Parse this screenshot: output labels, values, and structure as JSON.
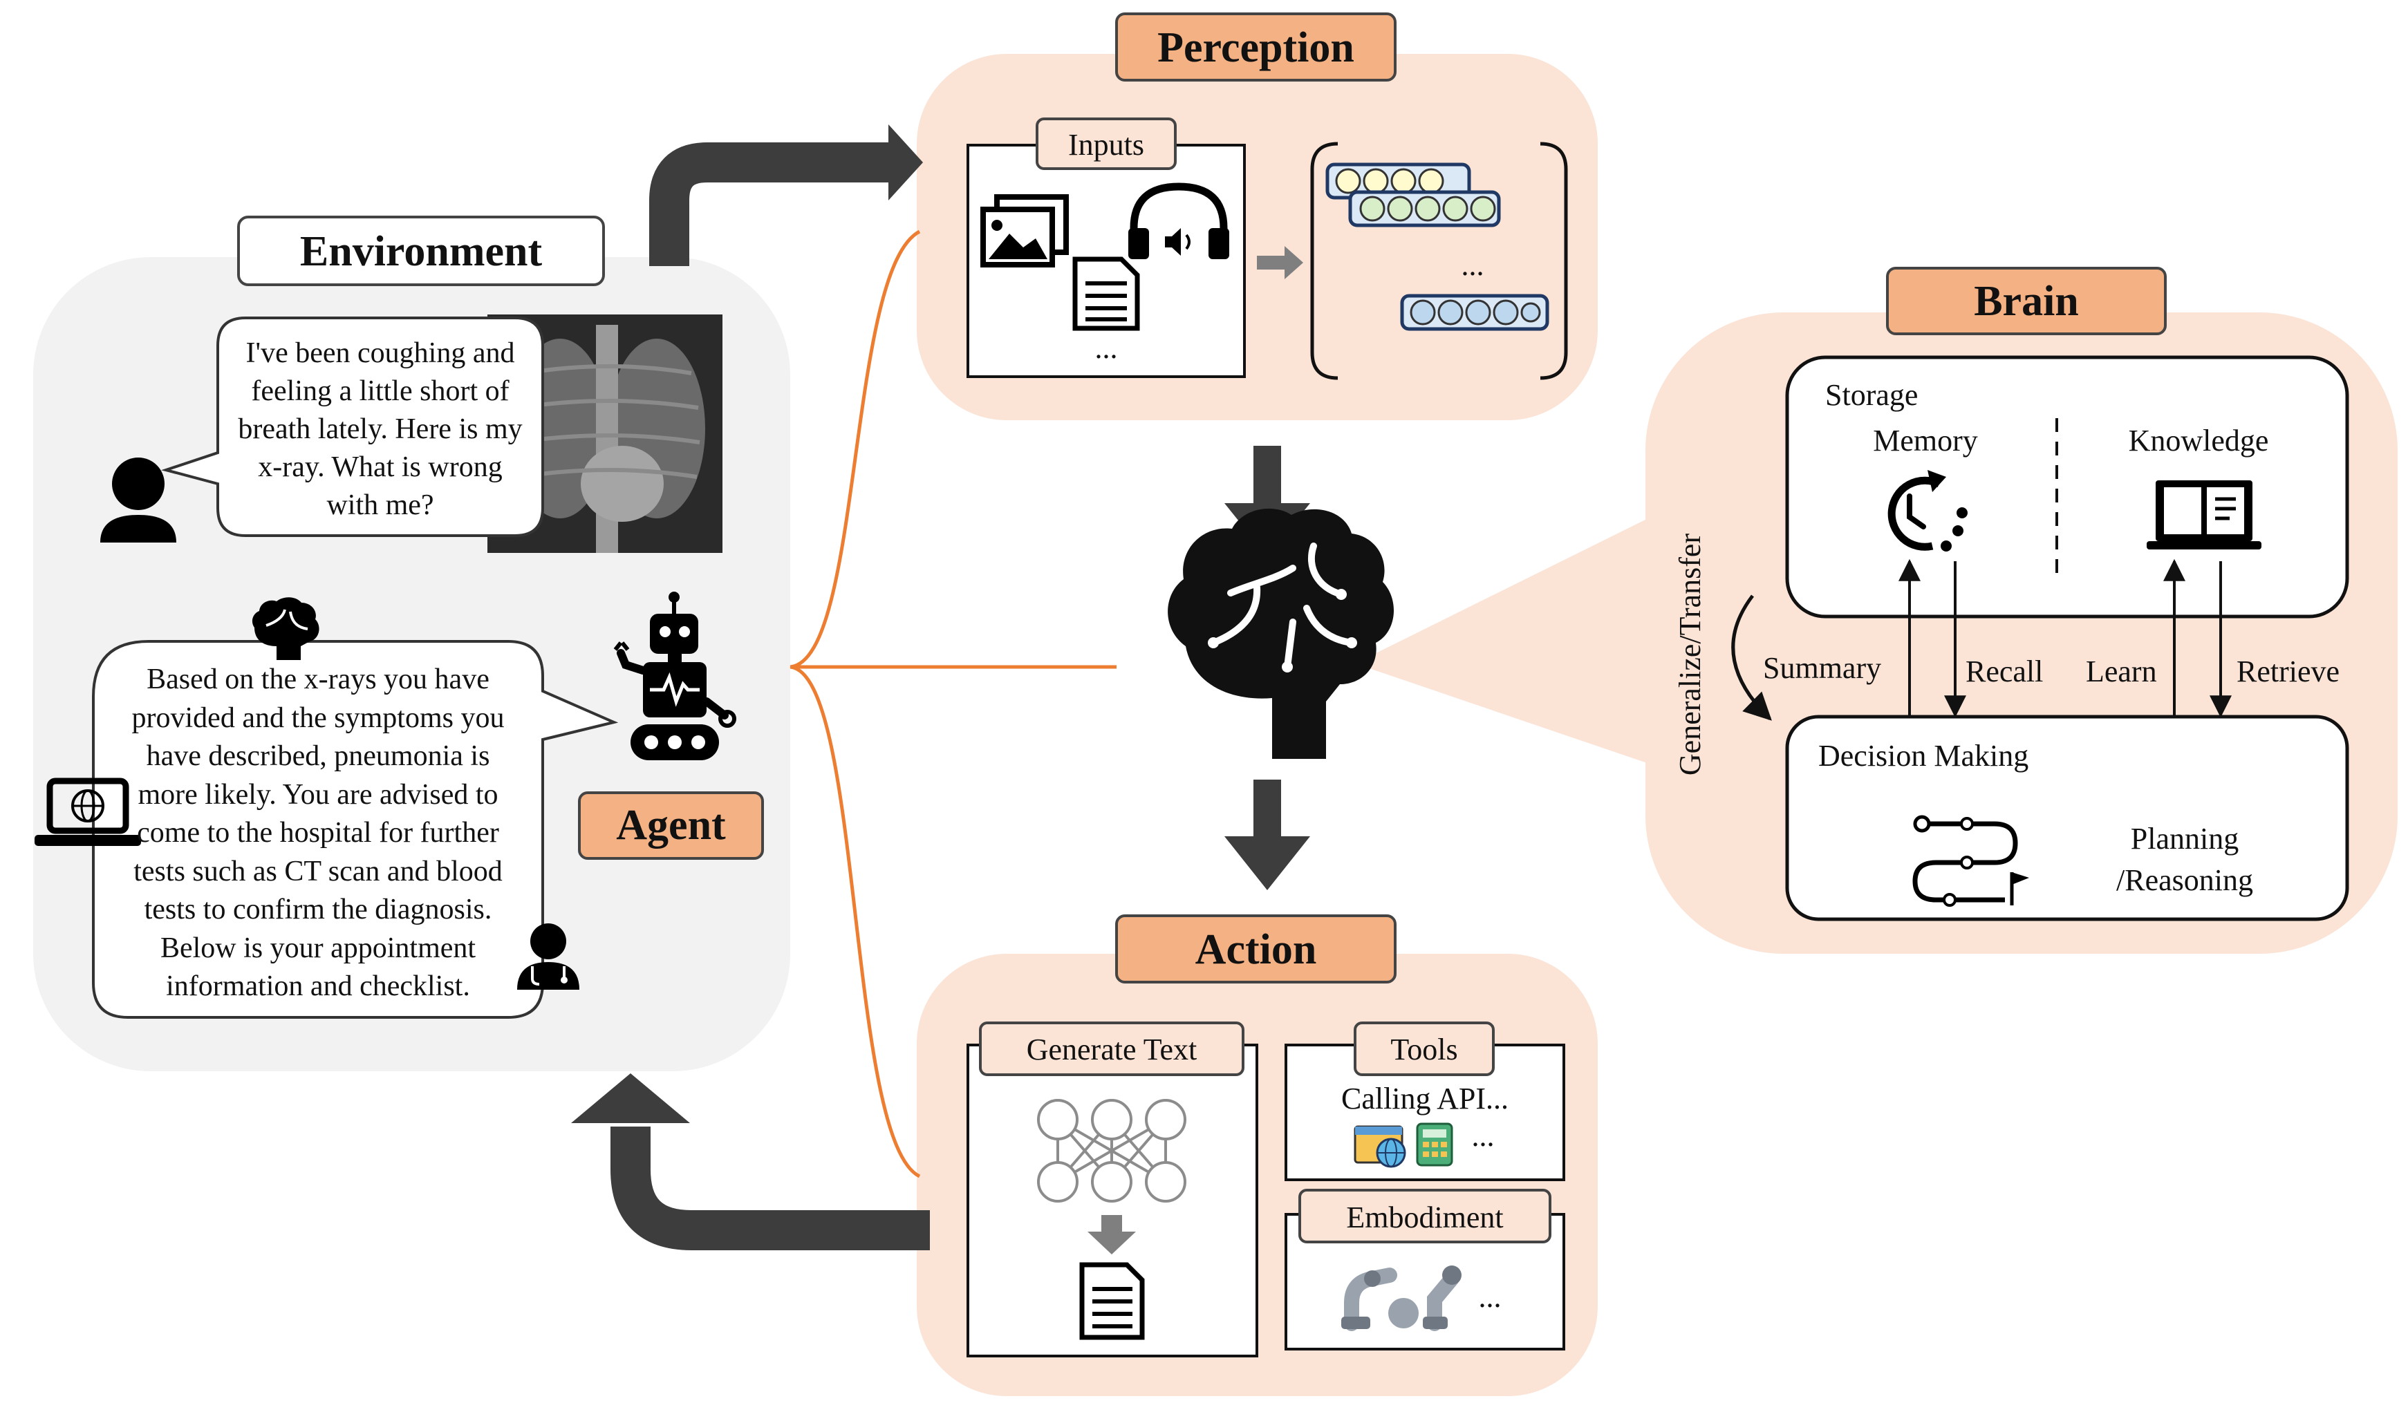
{
  "environment": {
    "title": "Environment",
    "user_message": [
      "I've been coughing and",
      "feeling a little short of",
      "breath lately. Here is my",
      "x-ray. What is wrong",
      "with me?"
    ],
    "agent_reply": [
      "Based on the x-rays you have",
      "provided and the symptoms you",
      "have described, pneumonia is",
      "more likely. You are advised to",
      "come to the hospital for further",
      "tests such as CT scan and blood",
      "tests to confirm the diagnosis.",
      "Below is your appointment",
      "information and checklist."
    ],
    "agent_label": "Agent"
  },
  "perception": {
    "title": "Perception",
    "inputs_label": "Inputs",
    "inputs_ellipsis": "...",
    "embedding_ellipsis": "..."
  },
  "action": {
    "title": "Action",
    "generate_text_label": "Generate Text",
    "tools_label": "Tools",
    "tools_text": "Calling API...",
    "tools_ellipsis": "...",
    "embodiment_label": "Embodiment",
    "embodiment_ellipsis": "..."
  },
  "brain": {
    "title": "Brain",
    "storage_label": "Storage",
    "memory_label": "Memory",
    "knowledge_label": "Knowledge",
    "decision_label": "Decision Making",
    "planning_label": [
      "Planning",
      "/Reasoning"
    ],
    "summary_label": "Summary",
    "recall_label": "Recall",
    "learn_label": "Learn",
    "retrieve_label": "Retrieve",
    "generalize_label": "Generalize/Transfer"
  },
  "colors": {
    "panel_fill": "#fbe3d6",
    "title_fill": "#f4b183",
    "env_fill": "#f2f2f2",
    "orange_line": "#ed7d31",
    "arrow_dark": "#3d3d3d"
  }
}
